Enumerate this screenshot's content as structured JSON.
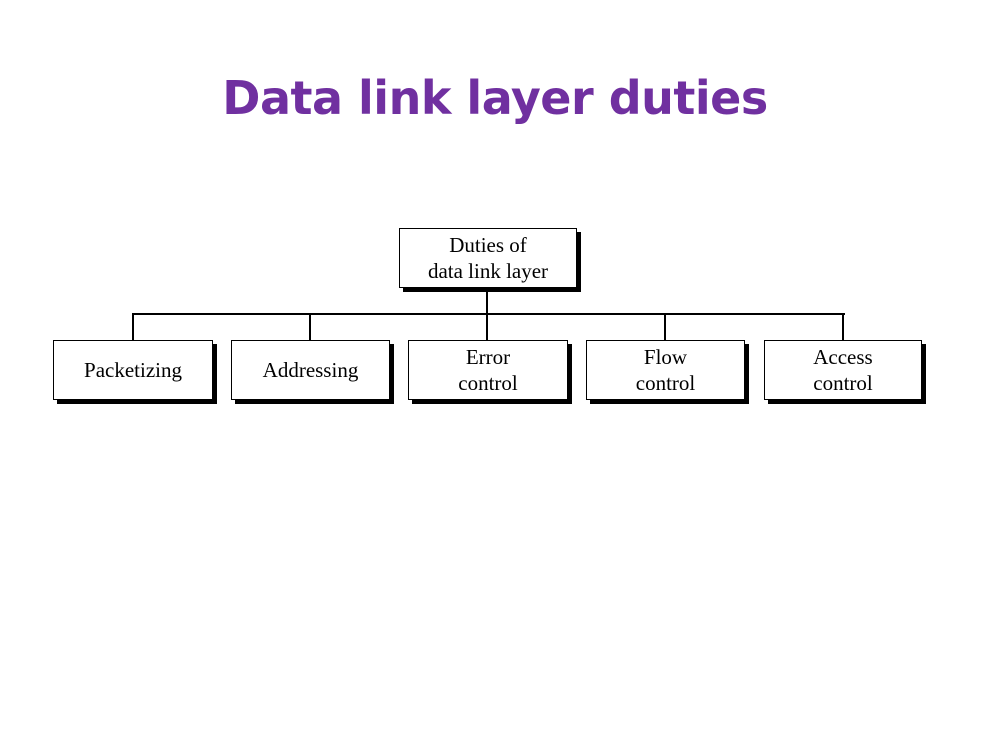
{
  "title": "Data link layer duties",
  "colors": {
    "title": "#7030A0",
    "line": "#000000",
    "box_fill": "#ffffff"
  },
  "diagram": {
    "type": "hierarchy",
    "root": "Duties of\ndata link layer",
    "children": [
      "Packetizing",
      "Addressing",
      "Error\ncontrol",
      "Flow\ncontrol",
      "Access\ncontrol"
    ]
  }
}
